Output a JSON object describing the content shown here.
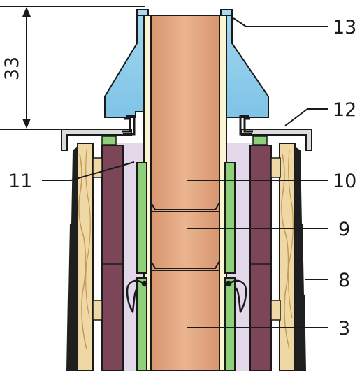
{
  "diagram": {
    "labels": {
      "l13": "13",
      "l12": "12",
      "l11": "11",
      "l10": "10",
      "l9": "9",
      "l8": "8",
      "l3": "3"
    },
    "dimension": "33",
    "colors": {
      "flue_pipe": "#e3a77f",
      "flue_pipe_shade": "#cf8a62",
      "liner": "#fbf6d2",
      "collar": "#a6dbf0",
      "green_sleeve": "#8ed07a",
      "insulation": "#e3d7ea",
      "brick": "#7d4558",
      "timber": "#efd8a4",
      "slate": "#1f1f1f",
      "flashing": "#dcdcdc"
    }
  }
}
